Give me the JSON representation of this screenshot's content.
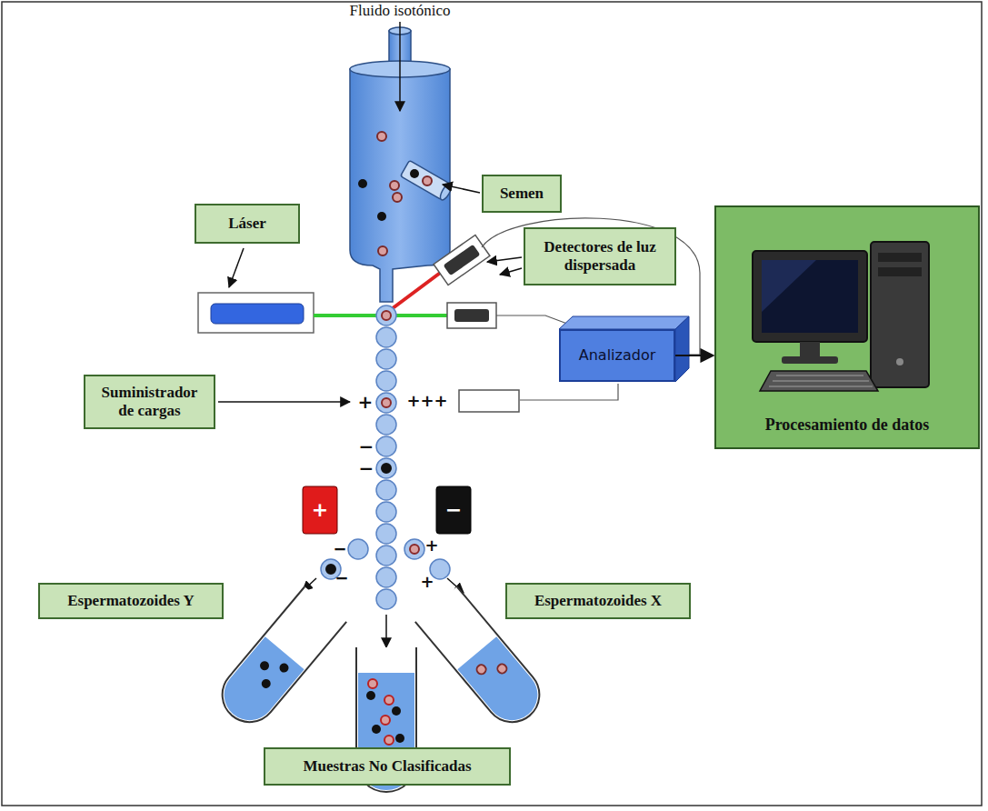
{
  "diagram": {
    "nodes": [
      {
        "text": [
          "Semen"
        ]
      },
      {
        "text": [
          "Láser"
        ]
      },
      {
        "text": [
          "Detectores de luz dispersada"
        ]
      },
      {
        "text": [
          "Procesamiento de datos"
        ]
      },
      {
        "text": [
          "Analizador"
        ]
      },
      {
        "text": [
          "Suministrador de cargas"
        ]
      },
      {
        "text": [
          "Espermatozoides Y"
        ]
      },
      {
        "text": [
          "Espermatozoides X"
        ]
      },
      {
        "text": [
          "Muestras No Clasificadas"
        ]
      }
    ],
    "edges": [
      {
        "from": 4,
        "to": 3,
        "arrow": "to"
      }
    ],
    "labels": [
      "Fluido isotónico",
      "+",
      "+++",
      "−",
      "−",
      "+",
      "−",
      "−",
      "−",
      "+",
      "+"
    ]
  }
}
